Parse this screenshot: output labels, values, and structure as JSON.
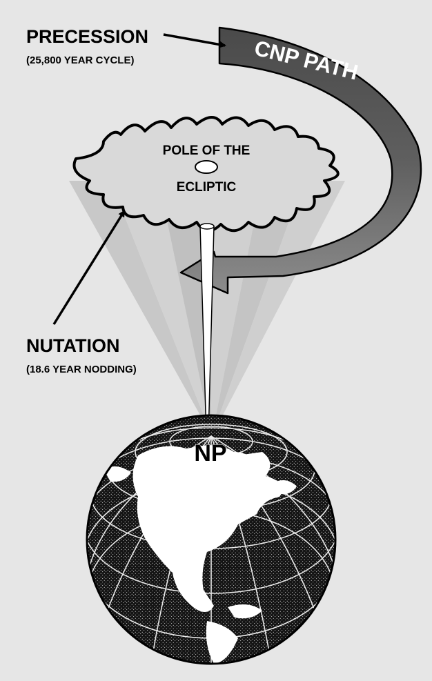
{
  "precession": {
    "title": "PRECESSION",
    "subtitle": "(25,800 YEAR CYCLE)"
  },
  "cnp_path": {
    "label": "CNP PATH"
  },
  "pole": {
    "label_line1": "POLE OF THE",
    "label_line2": "ECLIPTIC"
  },
  "nutation": {
    "title": "NUTATION",
    "subtitle": "(18.6 YEAR NODDING)"
  },
  "globe": {
    "np_label": "NP"
  },
  "colors": {
    "background": "#e6e6e6",
    "arrow_band": "#555555",
    "arrow_band_light": "#8c8c8c",
    "star": "#d9d9d9",
    "land": "#ffffff",
    "ocean": "#111111"
  }
}
